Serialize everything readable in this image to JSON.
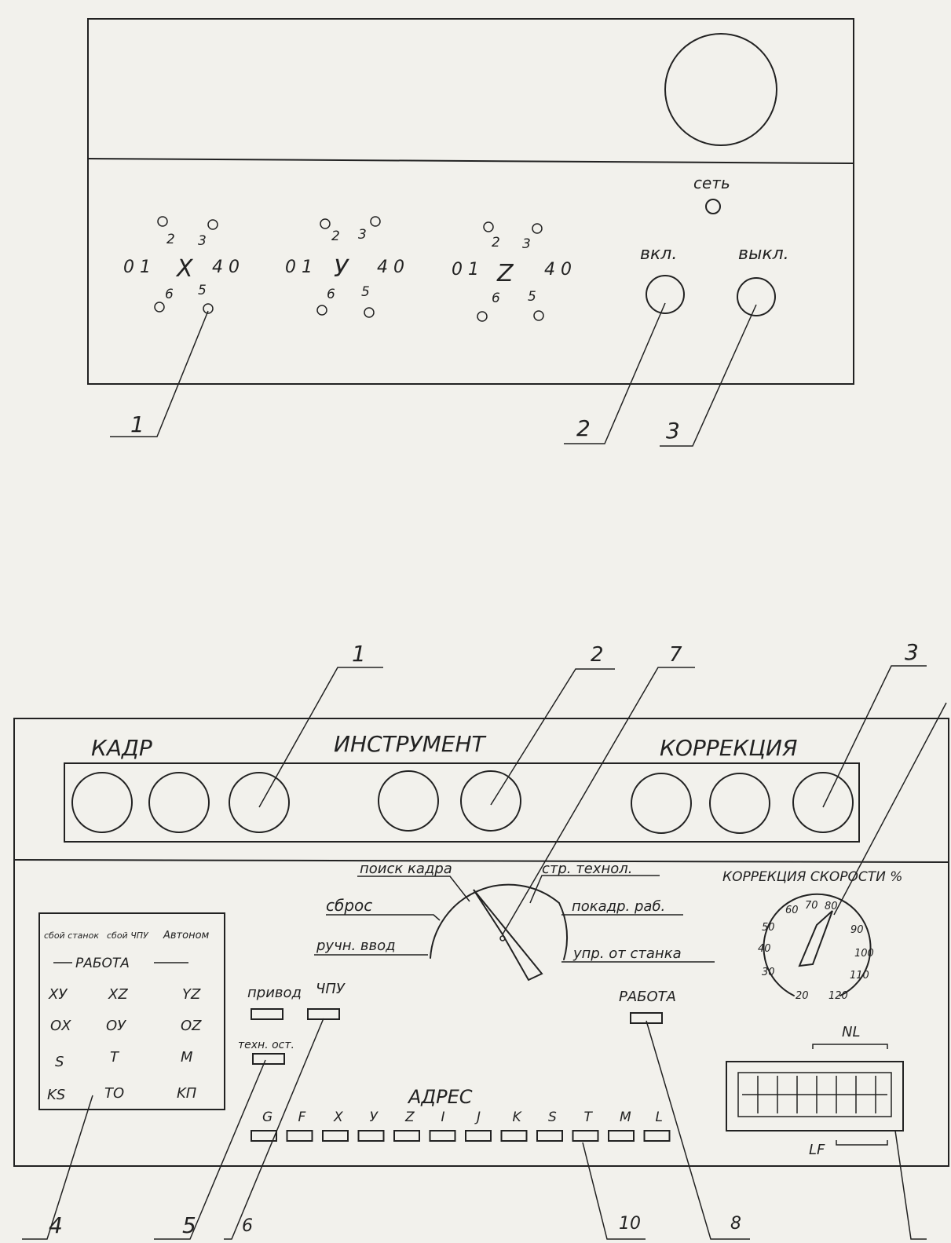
{
  "panel_top": {
    "set_label": "сеть",
    "on_label": "вкл.",
    "off_label": "выкл.",
    "axes": [
      {
        "name": "X",
        "p1": "0 1",
        "p2": "2",
        "p3": "3",
        "p4": "4 0",
        "p5": "5",
        "p6": "6"
      },
      {
        "name": "У",
        "p1": "0 1",
        "p2": "2",
        "p3": "3",
        "p4": "4 0",
        "p5": "5",
        "p6": "6"
      },
      {
        "name": "Z",
        "p1": "0 1",
        "p2": "2",
        "p3": "3",
        "p4": "4 0",
        "p5": "5",
        "p6": "6"
      }
    ],
    "callouts": [
      "1",
      "2",
      "3"
    ]
  },
  "panel_bottom": {
    "display_groups": [
      "КАДР",
      "ИНСТРУМЕНТ",
      "КОРРЕКЦИЯ"
    ],
    "mode_selector": {
      "labels": [
        "поиск кадра",
        "стр. технол.",
        "сброс",
        "покадр. раб.",
        "ручн. ввод",
        "упр. от станка"
      ]
    },
    "speed_correction": {
      "title": "КОРРЕКЦИЯ СКОРОСТИ %",
      "scale": [
        "20",
        "30",
        "40",
        "50",
        "60",
        "70",
        "80",
        "90",
        "100",
        "110",
        "120"
      ]
    },
    "status_table": {
      "header": [
        "сбой станок",
        "сбой ЧПУ",
        "Автоном"
      ],
      "group_label": "РАБОТА",
      "rows": [
        [
          "ХУ",
          "XZ",
          "YZ"
        ],
        [
          "ОХ",
          "ОУ",
          "OZ"
        ],
        [
          "S",
          "T",
          "M"
        ],
        [
          "KS",
          "TO",
          "KП"
        ]
      ]
    },
    "drive_label": "привод",
    "cnc_label": "ЧПУ",
    "tech_stop_label": "техн. ост.",
    "work_label": "РАБОТА",
    "address_title": "АДРЕС",
    "address_keys": [
      "G",
      "F",
      "X",
      "У",
      "Z",
      "I",
      "J",
      "K",
      "S",
      "T",
      "M",
      "L"
    ],
    "nl_label": "NL",
    "lf_label": "LF",
    "callouts": [
      "1",
      "2",
      "7",
      "3",
      "4",
      "5",
      "6",
      "10",
      "8"
    ]
  }
}
